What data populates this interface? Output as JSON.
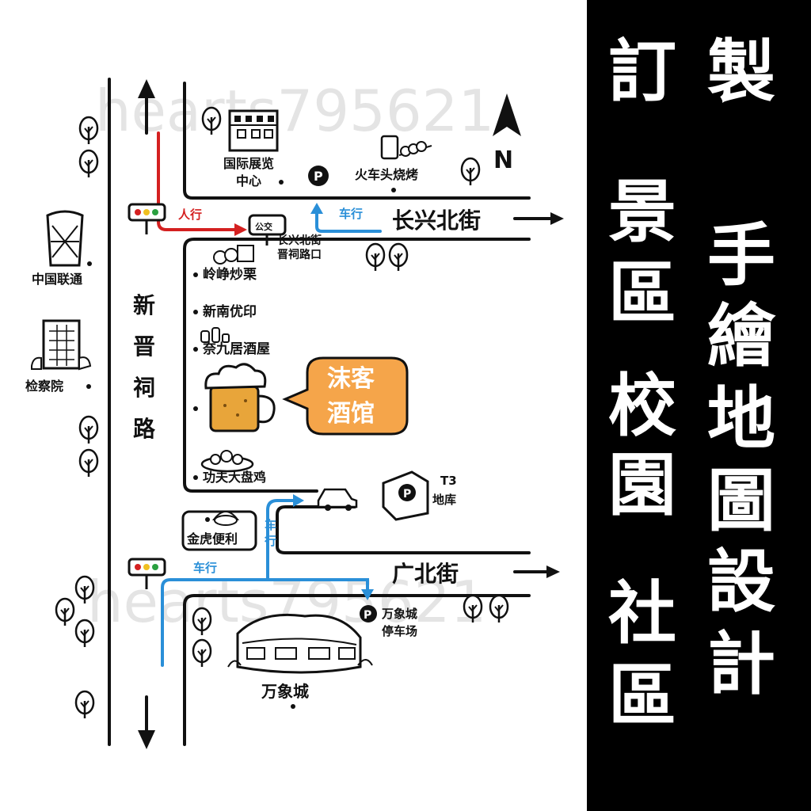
{
  "map": {
    "main_road": "新晋祠路",
    "streets": {
      "north": "长兴北街",
      "south": "广北街"
    },
    "north_letter": "N",
    "routes": {
      "walk": "人行",
      "drive": "车行",
      "drive_vertical": "车行"
    },
    "places": {
      "expo": "国际展览中心",
      "bbq": "火车头烧烤",
      "unicom": "中国联通",
      "procuratorate": "检察院",
      "bus_stop_sign": "公交",
      "bus_stop": "长兴北街晋祠路口",
      "chestnut": "岭峥炒栗",
      "print": "新南优印",
      "izakaya": "奈九居酒屋",
      "pub": "沫客酒馆",
      "chicken": "功夫大盘鸡",
      "parking_t3": "T3地库",
      "parking_t3_sign": "P",
      "convenience": "金虎便利",
      "mall_parking": "万象城停车场",
      "mall": "万象城"
    },
    "colors": {
      "walk": "#d42020",
      "drive": "#2a8fd8",
      "bubble": "#f5a54a",
      "beer": "#e8a53a"
    }
  },
  "watermark": "hearts795621",
  "panel": {
    "col1": [
      "訂",
      "景",
      "區",
      "校",
      "園",
      "社",
      "區"
    ],
    "col2": [
      "製",
      "手",
      "繪",
      "地",
      "圖",
      "設",
      "計"
    ]
  }
}
